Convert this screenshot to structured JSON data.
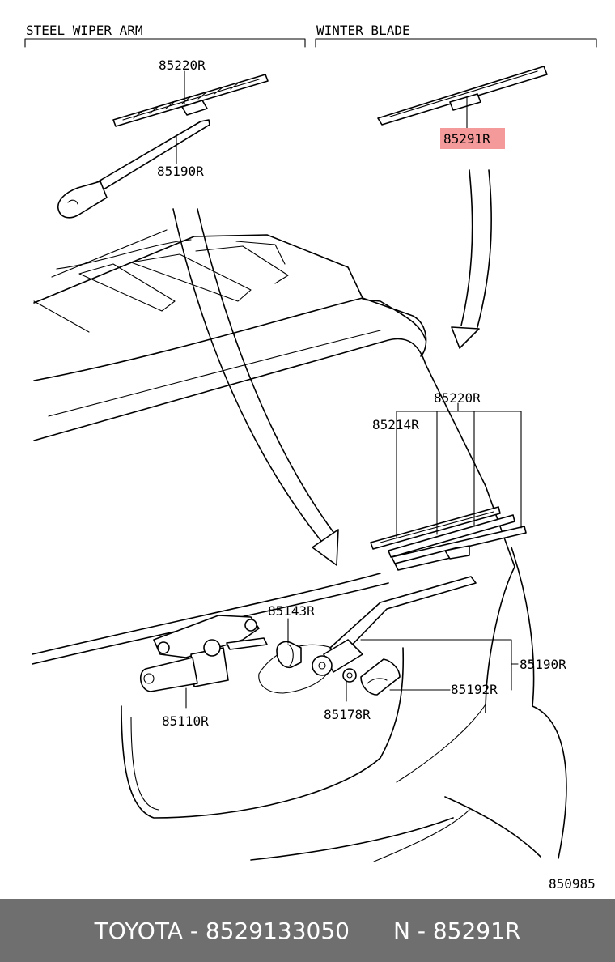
{
  "sections": {
    "left_title": "STEEL WIPER ARM",
    "right_title": "WINTER BLADE"
  },
  "labels": {
    "p85220R_top": "85220R",
    "p85190R_top": "85190R",
    "p85291R": "85291R",
    "p85220R_mid": "85220R",
    "p85214R": "85214R",
    "p85143R": "85143R",
    "p85190R_mid": "85190R",
    "p85192R": "85192R",
    "p85110R": "85110R",
    "p85178R": "85178R",
    "diagram_no": "850985"
  },
  "highlight_color": "#f59a9a",
  "footer": {
    "left": "TOYOTA - 8529133050",
    "right": "N - 85291R"
  }
}
